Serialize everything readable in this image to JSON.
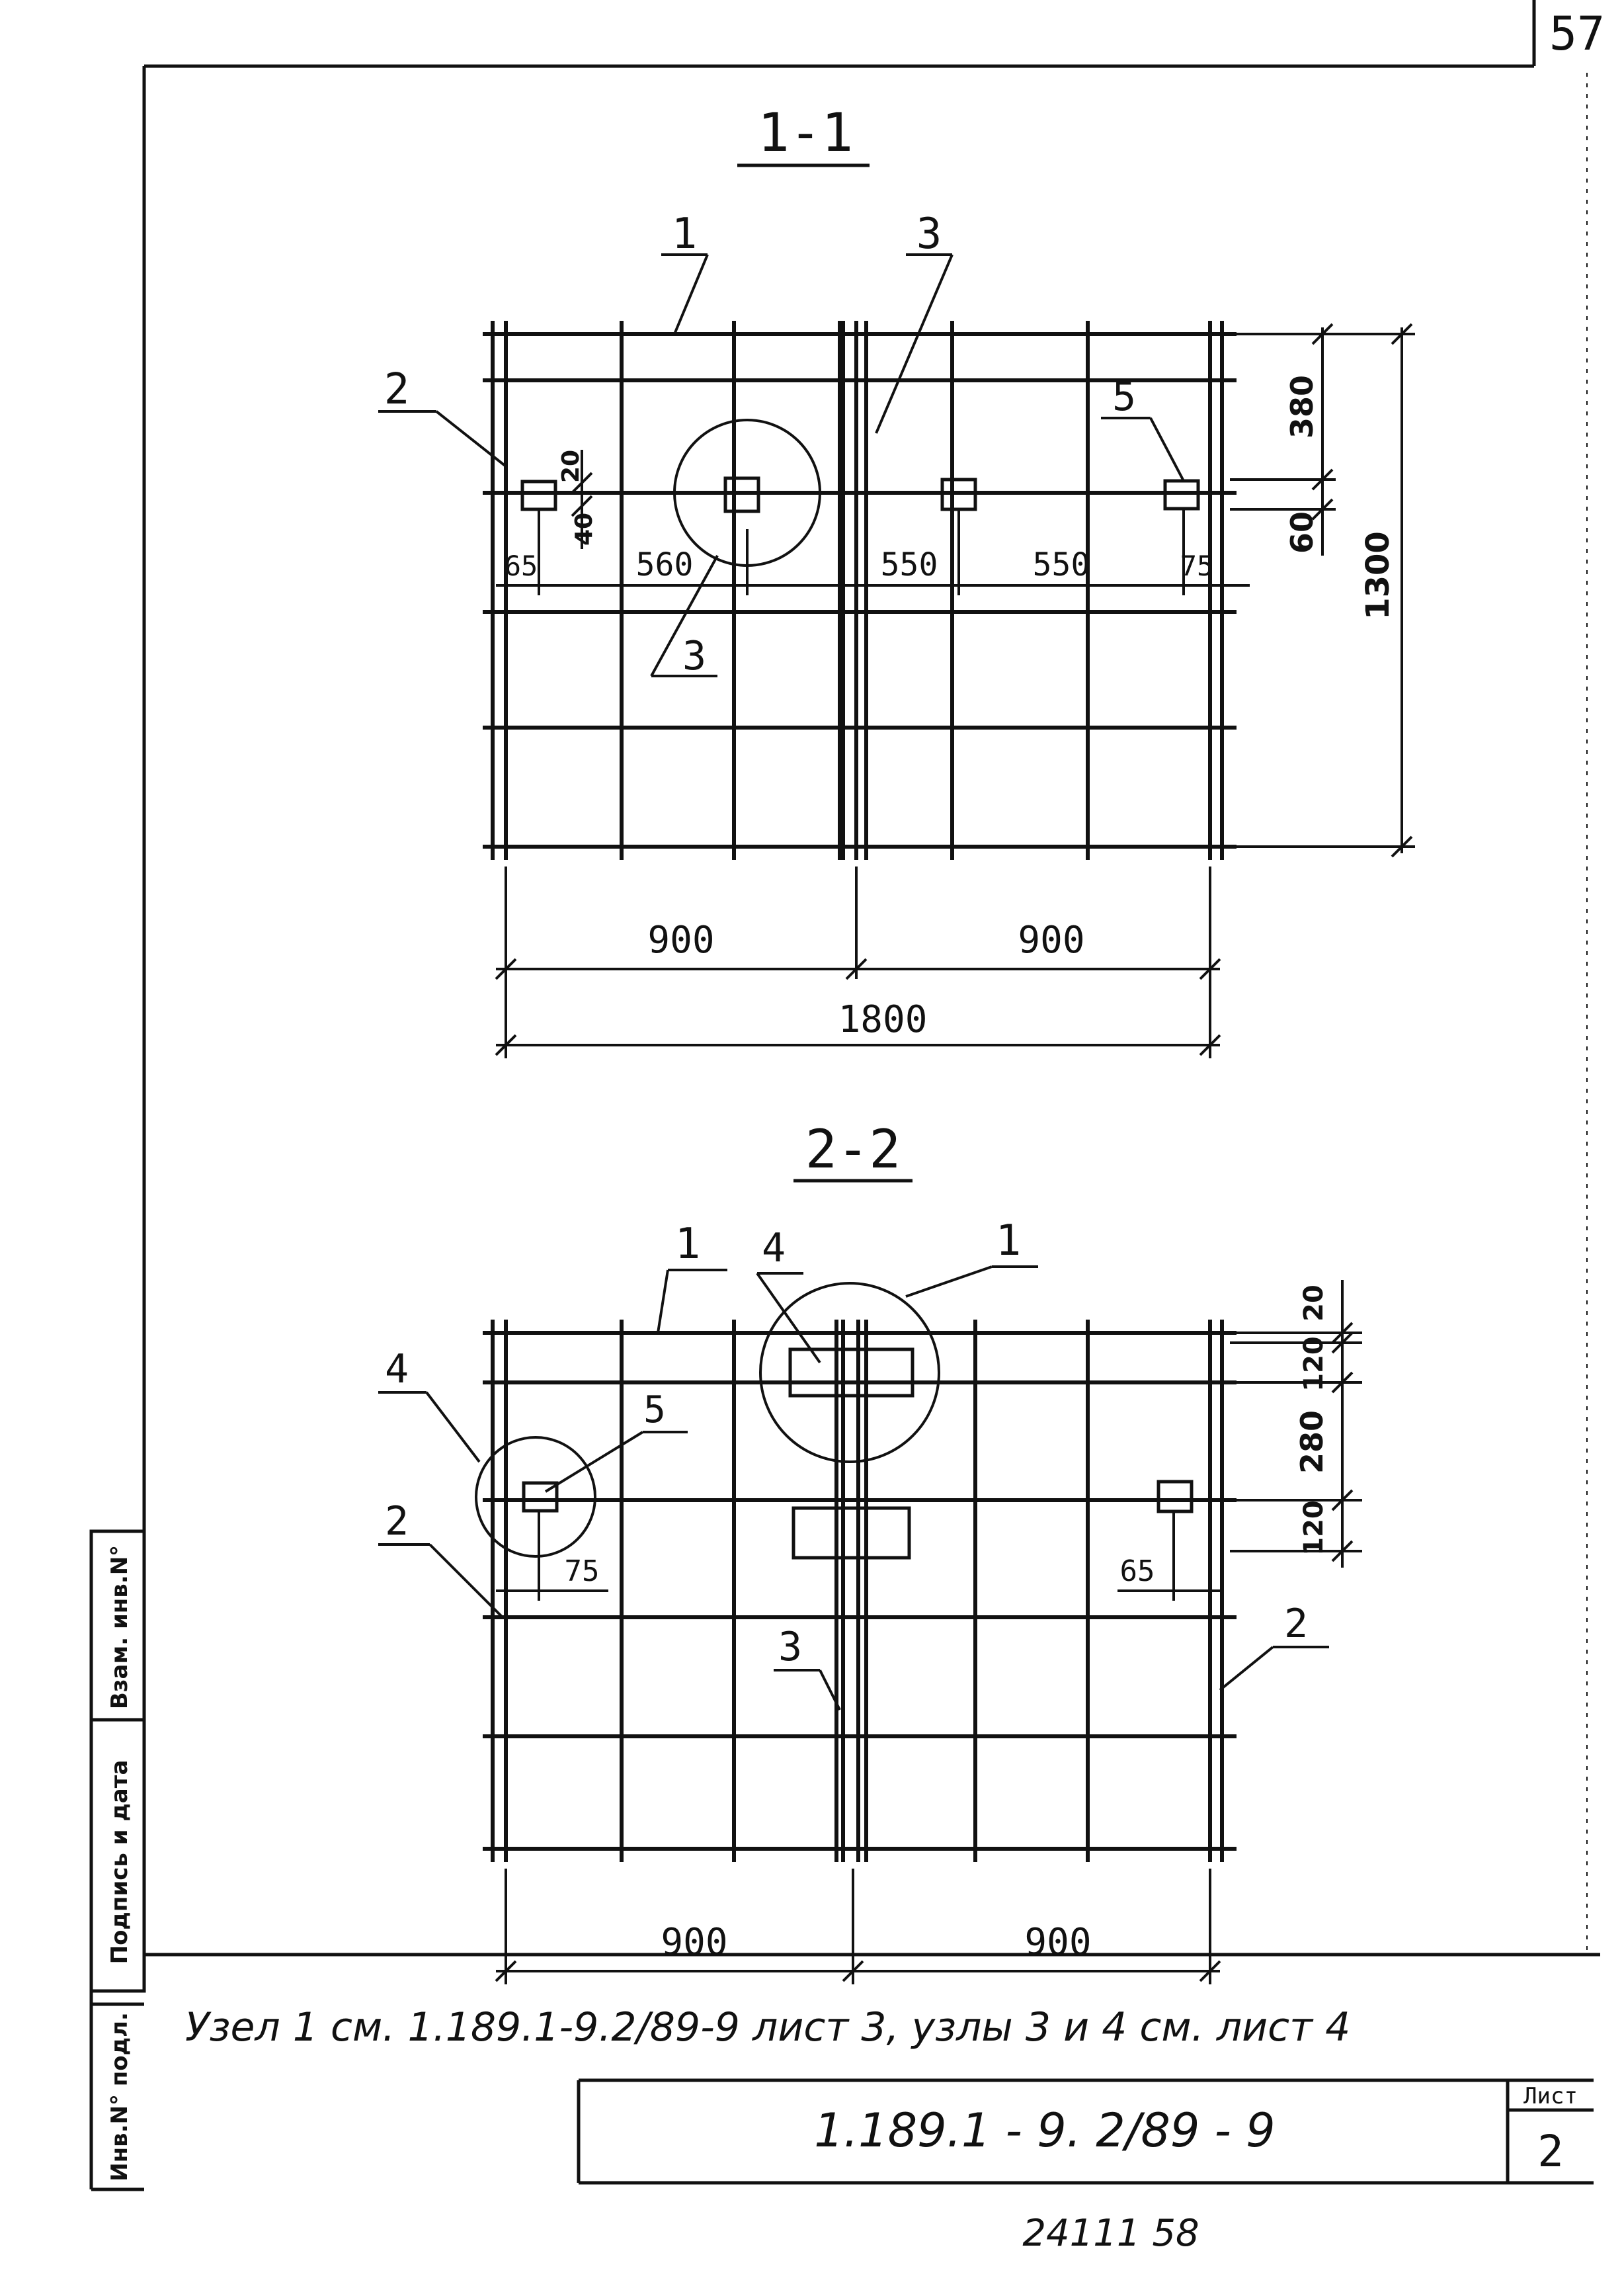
{
  "page_number": "57",
  "sections": {
    "s11": {
      "title": "1-1",
      "callouts": {
        "c1": "1",
        "c2": "2",
        "c3": "3",
        "c3b": "3",
        "c5": "5"
      },
      "dims": {
        "d380": "380",
        "d60": "60",
        "d1300": "1300",
        "d20": "20",
        "d40": "40",
        "d65": "65",
        "d560": "560",
        "d550a": "550",
        "d550b": "550",
        "d75": "75",
        "d900a": "900",
        "d900b": "900",
        "d1800": "1800"
      }
    },
    "s22": {
      "title": "2-2",
      "callouts": {
        "c1a": "1",
        "c1b": "1",
        "c4a": "4",
        "c4b": "4",
        "c5": "5",
        "c2a": "2",
        "c2b": "2",
        "c3": "3"
      },
      "dims": {
        "d20": "20",
        "d120a": "120",
        "d280": "280",
        "d120b": "120",
        "d75": "75",
        "d65": "65",
        "d900a": "900",
        "d900b": "900"
      }
    }
  },
  "note": "Узел 1 см. 1.189.1-9.2/89-9  лист 3, узлы 3 и 4 см. лист 4",
  "title_block": {
    "code": "1.189.1 - 9. 2/89 - 9",
    "sheet_label": "Лист",
    "sheet_number": "2"
  },
  "side_stamp": {
    "inv_podl": "Инв.N° подл.",
    "podpis_data": "Подпись и дата",
    "vzam_inv": "Взам. инв.N°"
  },
  "footer_number": "24111  58"
}
